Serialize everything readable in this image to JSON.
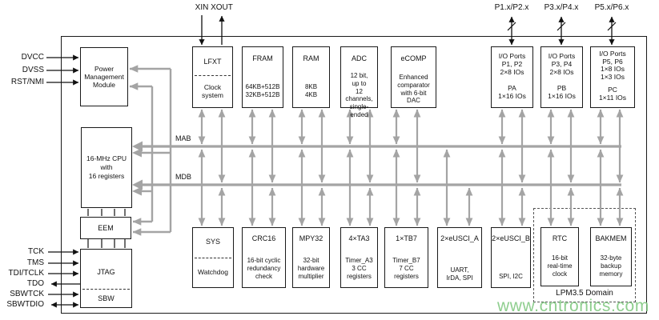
{
  "pins": {
    "xin": "XIN",
    "xout": "XOUT",
    "ports": [
      "P1.x/P2.x",
      "P3.x/P4.x",
      "P5.x/P6.x"
    ],
    "power": [
      "DVCC",
      "DVSS",
      "RST/NMI"
    ],
    "debug": [
      "TCK",
      "TMS",
      "TDI/TCLK",
      "TDO",
      "SBWTCK",
      "SBWTDIO"
    ]
  },
  "buses": {
    "address": "MAB",
    "data": "MDB"
  },
  "blocks": {
    "pmm": {
      "lines": [
        "Power",
        "Management",
        "Module"
      ]
    },
    "clock": {
      "title": "LFXT",
      "lines": [
        "Clock",
        "system"
      ]
    },
    "fram": {
      "title": "FRAM",
      "lines": [
        "64KB+512B",
        "32KB+512B"
      ]
    },
    "ram": {
      "title": "RAM",
      "lines": [
        "8KB",
        "4KB"
      ]
    },
    "adc": {
      "title": "ADC",
      "lines": [
        "12 bit,",
        "up to",
        "12 channels,",
        "single-ended"
      ]
    },
    "ecomp": {
      "title": "eCOMP",
      "lines": [
        "Enhanced",
        "comparator",
        "with 6-bit",
        "DAC"
      ]
    },
    "io12": {
      "lines": [
        "I/O Ports",
        "P1, P2",
        "2×8 IOs"
      ],
      "group": [
        "PA",
        "1×16 IOs"
      ]
    },
    "io34": {
      "lines": [
        "I/O Ports",
        "P3, P4",
        "2×8 IOs"
      ],
      "group": [
        "PB",
        "1×16 IOs"
      ]
    },
    "io56": {
      "lines": [
        "I/O Ports",
        "P5, P6",
        "1×8 IOs",
        "1×3 IOs"
      ],
      "group": [
        "PC",
        "1×11 IOs"
      ]
    },
    "cpu": {
      "lines": [
        "16-MHz CPU",
        "with",
        "16 registers"
      ]
    },
    "eem": {
      "title": "EEM"
    },
    "jtag": {
      "title": "JTAG",
      "sub": "SBW"
    },
    "sys": {
      "title": "SYS",
      "sub": "Watchdog"
    },
    "crc": {
      "title": "CRC16",
      "lines": [
        "16-bit cyclic",
        "redundancy",
        "check"
      ]
    },
    "mpy": {
      "title": "MPY32",
      "lines": [
        "32-bit",
        "hardware",
        "multiplier"
      ]
    },
    "ta3": {
      "title": "4×TA3",
      "lines": [
        "Timer_A3",
        "3 CC",
        "registers"
      ]
    },
    "tb7": {
      "title": "1×TB7",
      "lines": [
        "Timer_B7",
        "7 CC",
        "registers"
      ]
    },
    "uscia": {
      "title": "2×eUSCI_A",
      "lines": [
        "UART,",
        "IrDA, SPI"
      ]
    },
    "uscib": {
      "title": "2×eUSCI_B",
      "lines": [
        "SPI, I2C"
      ]
    },
    "rtc": {
      "title": "RTC",
      "lines": [
        "16-bit",
        "real-time",
        "clock"
      ]
    },
    "bakmem": {
      "title": "BAKMEM",
      "lines": [
        "32-byte",
        "backup",
        "memory"
      ]
    }
  },
  "domain_box": {
    "label": "LPM3.5 Domain"
  },
  "watermark": "www.cntronics.com",
  "colors": {
    "bus_gray": "#a4a4a4",
    "line_black": "#1a1a1a",
    "watermark_green": "#85ca85"
  }
}
